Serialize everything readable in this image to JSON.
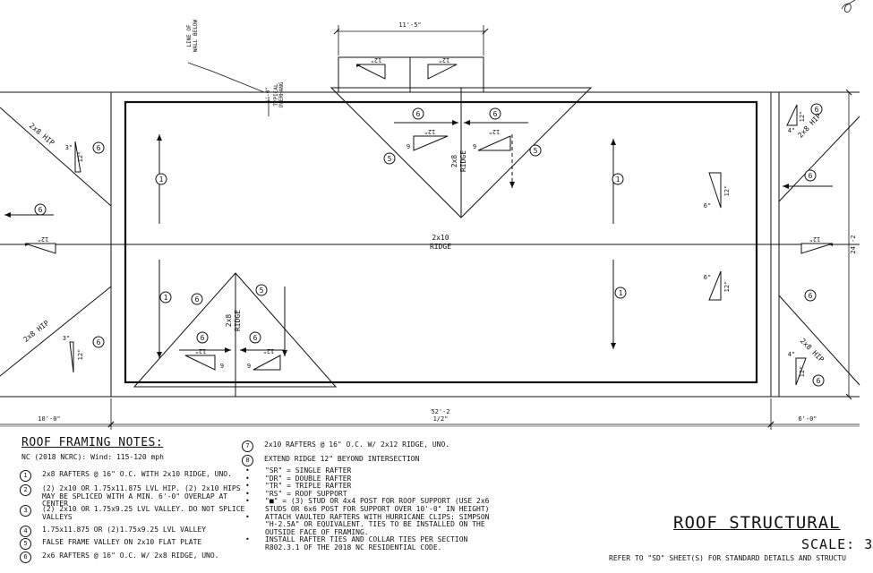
{
  "dimensions": {
    "top_width": "11'-5\"",
    "overall_length_1": "52'-2",
    "overall_length_2": "1/2\"",
    "left_wing": "10'-0\"",
    "right_wing": "6'-0\"",
    "right_depth": "24'-2"
  },
  "labels": {
    "line_of_wall_1": "LINE OF",
    "line_of_wall_2": "WALL BELOW",
    "overhang_dim": "1'-0\"",
    "overhang_1": "TYPICAL",
    "overhang_2": "OVERHANG",
    "main_ridge_1": "2x10",
    "main_ridge_2": "RIDGE",
    "gable_ridge_1": "2x8",
    "gable_ridge_2": "RIDGE",
    "hip": "2x8 HIP"
  },
  "pitch": {
    "rise": "12\"",
    "run_6": "6\"",
    "run_3": "3\"",
    "run_4": "4\"",
    "run_9": "9"
  },
  "callouts": {
    "c1": "1",
    "c5": "5",
    "c6": "6"
  },
  "notes": {
    "title": "ROOF FRAMING NOTES:",
    "code": "NC (2018 NCRC): Wind: 115-120 mph",
    "left": [
      {
        "num": "1",
        "text": "2x8 RAFTERS @ 16\" O.C. WITH 2x10 RIDGE, UNO."
      },
      {
        "num": "2",
        "text": "(2) 2x10 OR 1.75x11.875 LVL HIP. (2) 2x10 HIPS MAY BE SPLICED WITH A MIN. 6'-0\" OVERLAP AT CENTER"
      },
      {
        "num": "3",
        "text": "(2) 2x10 OR 1.75x9.25 LVL VALLEY. DO NOT SPLICE VALLEYS"
      },
      {
        "num": "4",
        "text": "1.75x11.875 OR (2)1.75x9.25 LVL VALLEY"
      },
      {
        "num": "5",
        "text": "FALSE FRAME VALLEY ON 2x10 FLAT PLATE"
      },
      {
        "num": "6",
        "text": "2x6 RAFTERS @ 16\" O.C. W/ 2x8 RIDGE, UNO."
      }
    ],
    "right": [
      {
        "num": "7",
        "text": "2x10 RAFTERS @ 16\" O.C. W/ 2x12 RIDGE, UNO."
      },
      {
        "num": "8",
        "text": "EXTEND RIDGE 12\" BEYOND INTERSECTION"
      }
    ],
    "bullets": [
      "\"SR\" = SINGLE RAFTER",
      "\"DR\" = DOUBLE RAFTER",
      "\"TR\" = TRIPLE RAFTER",
      "\"RS\" = ROOF SUPPORT",
      "\"■\" = (3) STUD OR 4x4 POST FOR ROOF SUPPORT (USE 2x6 STUDS OR 6x6 POST FOR SUPPORT OVER 10'-0\" IN HEIGHT)",
      "ATTACH VAULTED RAFTERS WITH HURRICANE CLIPS: SIMPSON \"H-2.5A\" OR EQUIVALENT. TIES TO BE INSTALLED ON THE OUTSIDE FACE OF FRAMING.",
      "INSTALL RAFTER TIES AND COLLAR TIES PER SECTION R802.3.1 OF THE 2018 NC RESIDENTIAL CODE."
    ]
  },
  "title_block": {
    "title": "ROOF STRUCTURAL",
    "scale": "SCALE: 3",
    "refer": "REFER TO \"SD\" SHEET(S) FOR STANDARD DETAILS AND STRUCTU"
  }
}
